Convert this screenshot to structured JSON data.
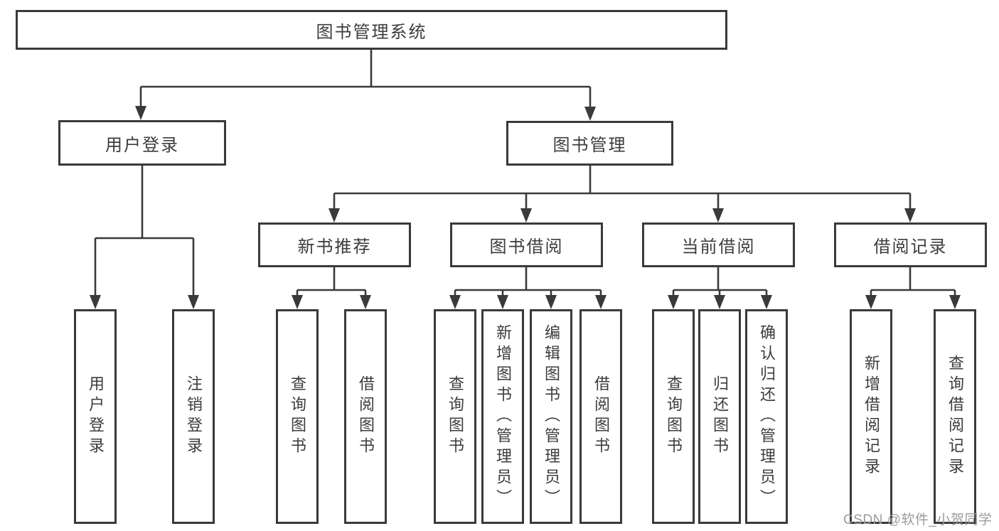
{
  "diagram": {
    "root": {
      "label": "图书管理系统"
    },
    "level2": [
      {
        "label": "用户登录"
      },
      {
        "label": "图书管理"
      }
    ],
    "level3": [
      {
        "label": "新书推荐"
      },
      {
        "label": "图书借阅"
      },
      {
        "label": "当前借阅"
      },
      {
        "label": "借阅记录"
      }
    ],
    "leaves": {
      "user_login": [
        "用户登录",
        "注销登录"
      ],
      "new_books": [
        "查询图书",
        "借阅图书"
      ],
      "book_borrow": [
        "查询图书",
        "新增图书（管理员）",
        "编辑图书（管理员）",
        "借阅图书"
      ],
      "current_borrow": [
        "查询图书",
        "归还图书",
        "确认归还（管理员）"
      ],
      "borrow_records": [
        "新增借阅记录",
        "查询借阅记录"
      ]
    }
  },
  "watermark": "CSDN @软件_小贺同学",
  "colors": {
    "line": "#3a3a3a",
    "text": "#3c3c3c",
    "box_fill": "#ffffff",
    "background": "#ffffff",
    "watermark": "#9b9b9b"
  }
}
